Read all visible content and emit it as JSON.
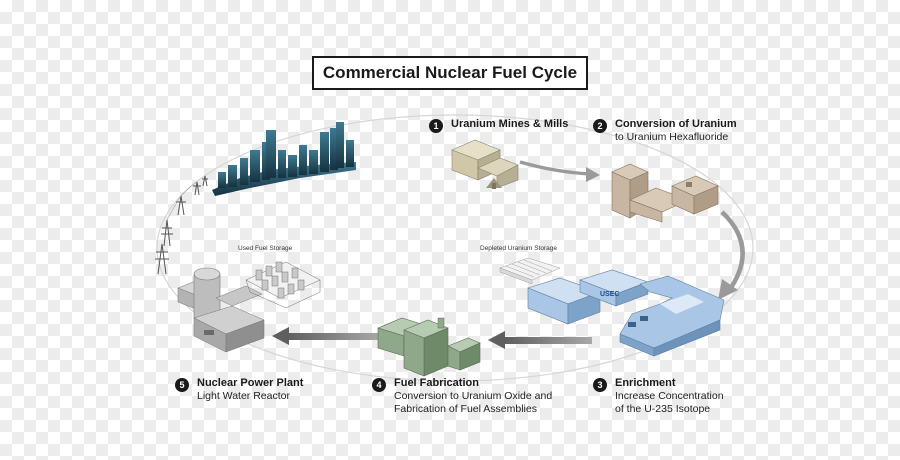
{
  "title": "Commercial Nuclear Fuel Cycle",
  "steps": [
    {
      "num": "1",
      "title": "Uranium Mines & Mills",
      "sub1": "",
      "sub2": ""
    },
    {
      "num": "2",
      "title": "Conversion of Uranium",
      "sub1": "to Uranium Hexafluoride",
      "sub2": ""
    },
    {
      "num": "3",
      "title": "Enrichment",
      "sub1": "Increase Concentration",
      "sub2": "of the U-235 Isotope"
    },
    {
      "num": "4",
      "title": "Fuel Fabrication",
      "sub1": "Conversion to Uranium Oxide and",
      "sub2": "Fabrication of Fuel Assemblies"
    },
    {
      "num": "5",
      "title": "Nuclear Power Plant",
      "sub1": "Light Water Reactor",
      "sub2": ""
    }
  ],
  "labels": {
    "used_fuel_storage": "Used Fuel Storage",
    "depleted_uranium_storage": "Depleted Uranium Storage",
    "usec_logo": "USEC"
  },
  "colors": {
    "city": "#2a5a6e",
    "mill": "#cfc7a8",
    "conversion": "#c8b6a2",
    "enrichment": "#a9c6e6",
    "fabrication": "#8fa88a",
    "plant": "#b9b9b9",
    "arrow": "#8c8c8c",
    "ellipse": "#d6d6d6"
  }
}
